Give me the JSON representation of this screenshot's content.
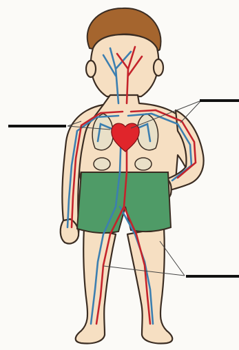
{
  "figure": {
    "subject": "child-circulatory-system",
    "colors": {
      "background": "#fbfaf7",
      "skin": "#f6dfc2",
      "outline": "#3a2c22",
      "hair": "#a5652e",
      "shorts": "#4f9b67",
      "artery": "#c4232b",
      "vein": "#3c7fb0",
      "heart": "#e0252b",
      "organ": "#e9e0c8",
      "label_line": "#111111",
      "pointer": "#444444"
    }
  },
  "labels": [
    {
      "id": "label-line-left",
      "text": ""
    },
    {
      "id": "label-line-top-right",
      "text": ""
    },
    {
      "id": "label-line-bottom-right",
      "text": ""
    }
  ]
}
